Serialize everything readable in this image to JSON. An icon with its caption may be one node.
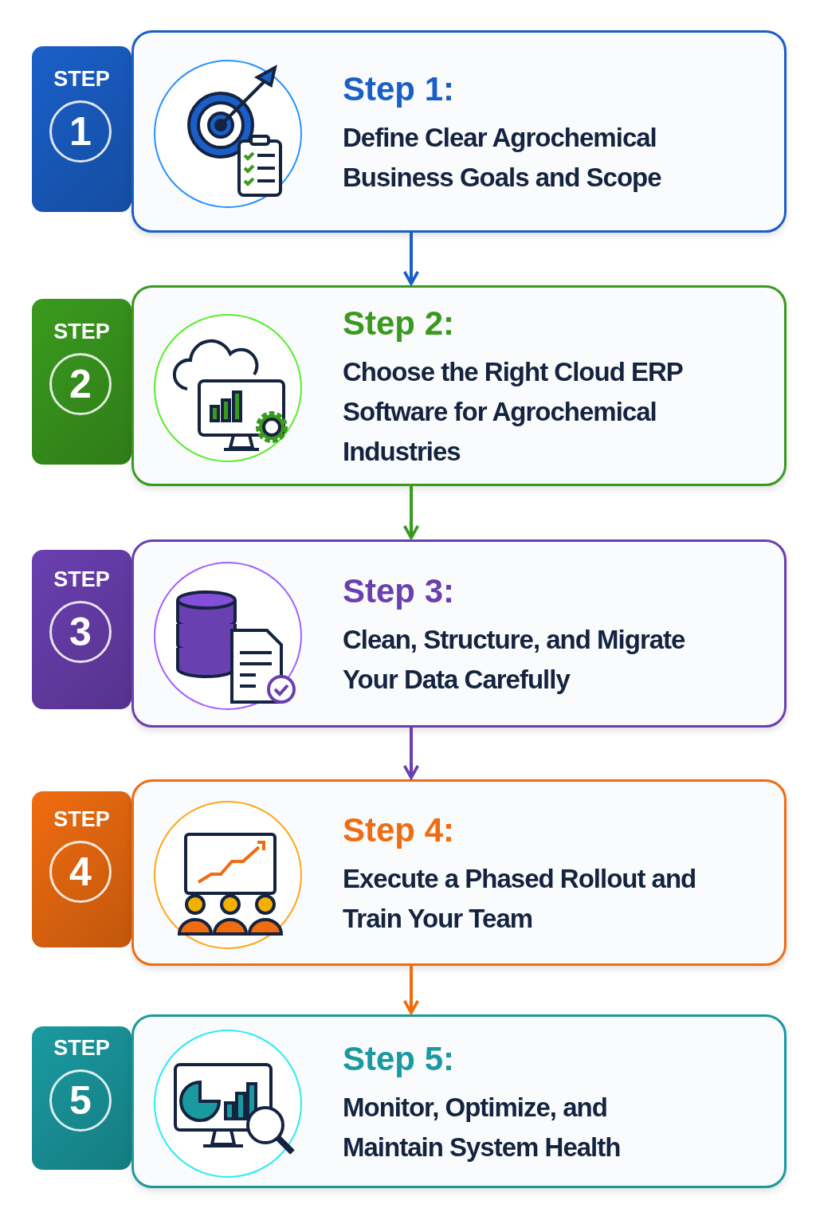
{
  "diagram": {
    "nodes": [
      {
        "text": [
          "STEP",
          "1"
        ]
      },
      {
        "text": [
          "Step 1:",
          "Define Clear Agrochemical Business Goals and Scope"
        ]
      },
      {
        "text": [
          "STEP",
          "2"
        ]
      },
      {
        "text": [
          "Step 2:",
          "Choose the Right Cloud ERP Software for Agrochemical Industries"
        ]
      },
      {
        "text": [
          "STEP",
          "3"
        ]
      },
      {
        "text": [
          "Step 3:",
          "Clean, Structure, and Migrate Your Data Carefully"
        ]
      },
      {
        "text": [
          "STEP",
          "4"
        ]
      },
      {
        "text": [
          "Step 4:",
          "Execute a Phased Rollout and Train Your Team"
        ]
      },
      {
        "text": [
          "STEP",
          "5"
        ]
      },
      {
        "text": [
          "Step 5:",
          "Monitor, Optimize, and Maintain System Health"
        ]
      }
    ],
    "edges": [
      {
        "from": 1,
        "to": 3,
        "arrow": "to",
        "color": "#1a5fc8"
      },
      {
        "from": 3,
        "to": 5,
        "arrow": "to",
        "color": "#3a9a1e"
      },
      {
        "from": 5,
        "to": 7,
        "arrow": "to",
        "color": "#6a3fb0"
      },
      {
        "from": 7,
        "to": 9,
        "arrow": "to",
        "color": "#ef6c10"
      }
    ]
  }
}
